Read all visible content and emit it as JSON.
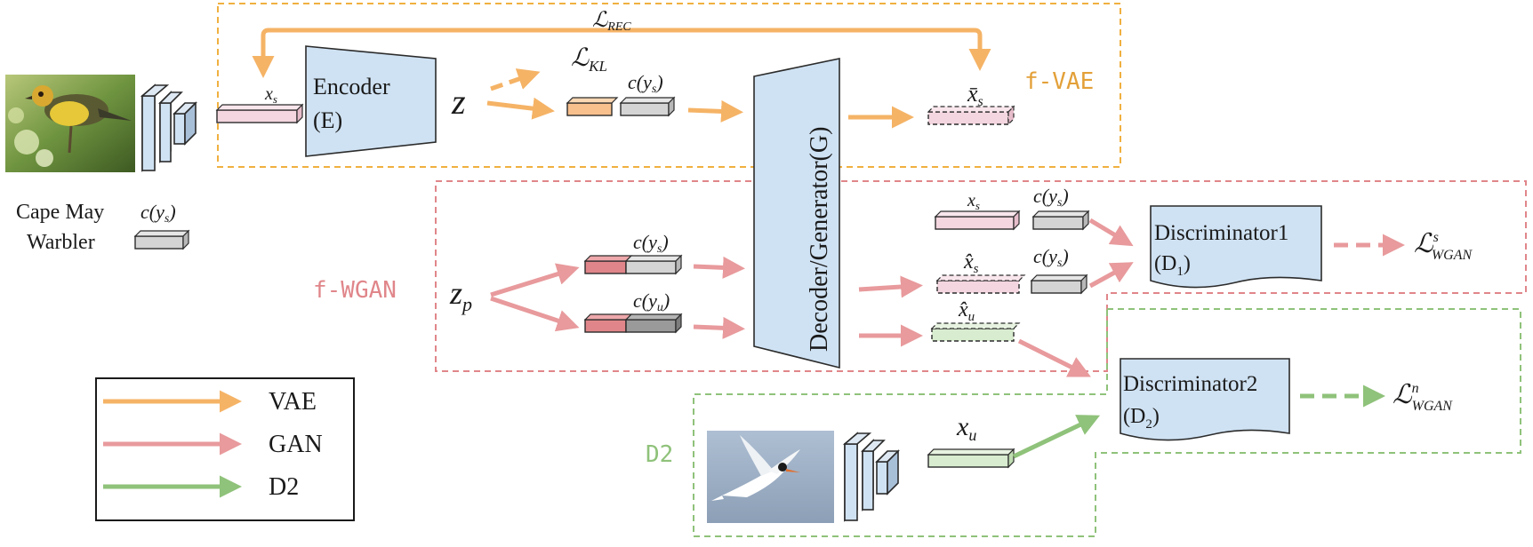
{
  "colors": {
    "vae": "#f5b366",
    "gan": "#e89a9c",
    "d2": "#8fc27a",
    "block_fill": "#cfe2f3",
    "block_stroke": "#2b2b2b",
    "pink_vec": "#f3d6df",
    "orange_vec": "#f8c08d",
    "gray_vec": "#d4d4d4",
    "dark_gray_vec": "#9a9a9a",
    "red_vec": "#e0868a",
    "green_vec": "#d8eccf",
    "vae_box": "#f0b040",
    "gan_box": "#e0868a",
    "d2_box": "#8fc27a"
  },
  "regions": {
    "fvae": "f-VAE",
    "fwgan": "f-WGAN",
    "d2": "D2"
  },
  "blocks": {
    "encoder": [
      "Encoder",
      "(E)"
    ],
    "decoder": "Decoder/Generator(G)",
    "disc1": [
      "Discriminator1",
      "(D",
      "1",
      ")"
    ],
    "disc2": [
      "Discriminator2",
      "(D",
      "2",
      ")"
    ]
  },
  "symbols": {
    "l_rec": [
      "ℒ",
      "REC"
    ],
    "l_kl": [
      "ℒ",
      "KL"
    ],
    "z": "z",
    "z_p": [
      "z",
      "p"
    ],
    "x_s": [
      "x",
      "s"
    ],
    "x_bar_s": [
      "x̄",
      "s"
    ],
    "x_hat_s": [
      "x̂",
      "s"
    ],
    "x_hat_u": [
      "x̂",
      "u"
    ],
    "x_u": [
      "x",
      "u"
    ],
    "c_ys": [
      "c(y",
      "s",
      ")"
    ],
    "c_yu": [
      "c(y",
      "u",
      ")"
    ],
    "l_wgan_s": [
      "ℒ",
      "s",
      "WGAN"
    ],
    "l_wgan_n": [
      "ℒ",
      "n",
      "WGAN"
    ]
  },
  "class_label": [
    "Cape May",
    "Warbler"
  ],
  "images": {
    "warbler": "warbler-photo",
    "tern": "tern-photo"
  },
  "legend": [
    {
      "label": "VAE",
      "color_key": "vae"
    },
    {
      "label": "GAN",
      "color_key": "gan"
    },
    {
      "label": "D2",
      "color_key": "d2"
    }
  ]
}
